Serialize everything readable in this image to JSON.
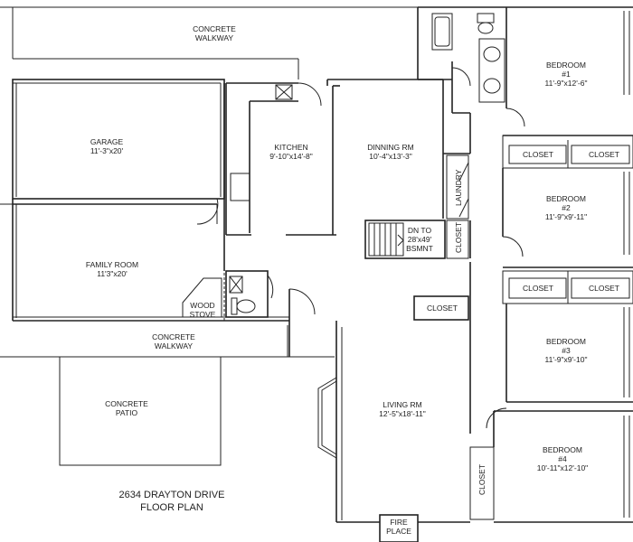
{
  "plan": {
    "title": "2634 DRAYTON DRIVE",
    "subtitle": "FLOOR PLAN"
  },
  "rooms": {
    "walkway_top": {
      "name": "CONCRETE",
      "sub": "WALKWAY"
    },
    "garage": {
      "name": "GARAGE",
      "dim": "11'-3\"x20'"
    },
    "kitchen": {
      "name": "KITCHEN",
      "dim": "9'-10\"x14'-8\""
    },
    "dining": {
      "name": "DINNING RM",
      "dim": "10'-4\"x13'-3\""
    },
    "family": {
      "name": "FAMILY ROOM",
      "dim": "11'3\"x20'"
    },
    "wood_stove": {
      "name": "WOOD",
      "sub": "STOVE"
    },
    "walkway_mid": {
      "name": "CONCRETE",
      "sub": "WALKWAY"
    },
    "patio": {
      "name": "CONCRETE",
      "sub": "PATIO"
    },
    "living": {
      "name": "LIVING RM",
      "dim": "12'-5\"x18'-11\""
    },
    "fireplace": {
      "name": "FIRE",
      "sub": "PLACE"
    },
    "stairs": {
      "line1": "DN TO",
      "line2": "28'x49'",
      "line3": "BSMNT"
    },
    "laundry": "LAUNDRY",
    "closet_label": "CLOSET",
    "bedroom1": {
      "name": "BEDROOM",
      "num": "#1",
      "dim": "11'-9\"x12'-6\""
    },
    "bedroom2": {
      "name": "BEDROOM",
      "num": "#2",
      "dim": "11'-9\"x9'-11\""
    },
    "bedroom3": {
      "name": "BEDROOM",
      "num": "#3",
      "dim": "11'-9\"x9'-10\""
    },
    "bedroom4": {
      "name": "BEDROOM",
      "num": "#4",
      "dim": "10'-11\"x12'-10\""
    }
  }
}
